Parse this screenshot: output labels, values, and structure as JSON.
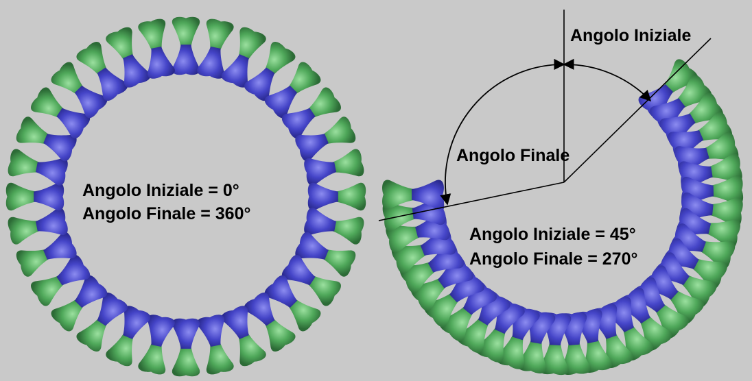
{
  "colors": {
    "background": "#c9c9c9",
    "green": "#4fa85a",
    "blue": "#4545c8",
    "line": "#000000"
  },
  "left_example": {
    "start_line": "Angolo Iniziale = 0°",
    "end_line": "Angolo Finale = 360°",
    "start_angle_deg": 0,
    "end_angle_deg": 360,
    "clone_count": 32
  },
  "right_example": {
    "start_line": "Angolo Iniziale = 45°",
    "end_line": "Angolo Finale = 270°",
    "start_angle_deg": 45,
    "end_angle_deg": 270,
    "clone_count": 32
  },
  "annotations": {
    "start_angle_label": "Angolo Iniziale",
    "end_angle_label": "Angolo Finale"
  }
}
